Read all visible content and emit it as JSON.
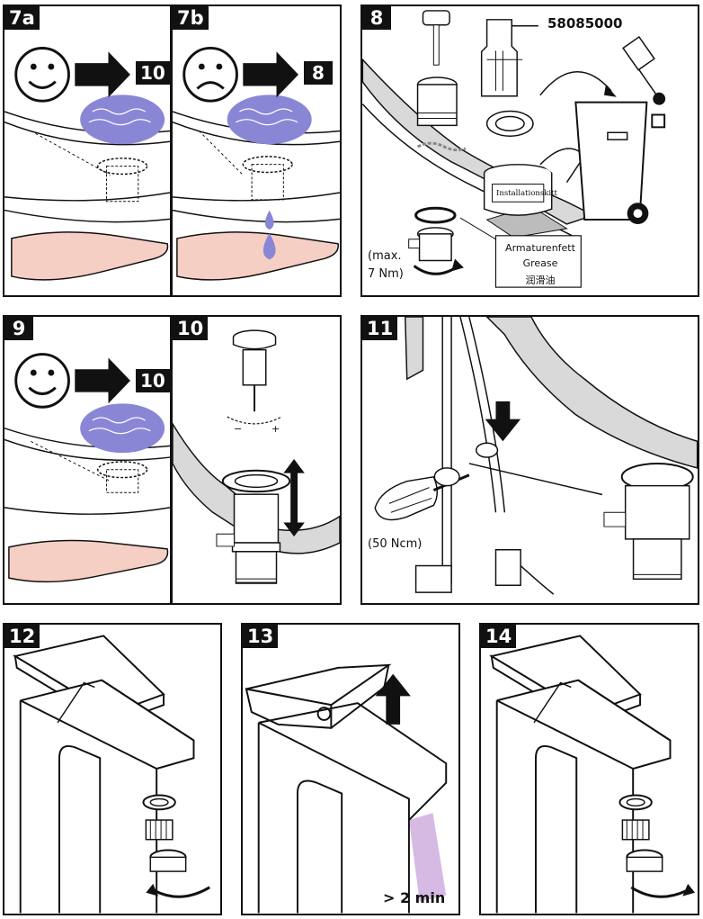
{
  "steps": {
    "s7a": {
      "num": "7a",
      "target": "10"
    },
    "s7b": {
      "num": "7b",
      "target": "8"
    },
    "s8": {
      "num": "8",
      "part_no": "58085000",
      "torque": "(max.\n7 Nm)",
      "putty": "Installationskitt",
      "grease_de": "Armaturenfett",
      "grease_en": "Grease",
      "grease_zh": "润滑油"
    },
    "s9": {
      "num": "9",
      "target": "10"
    },
    "s10": {
      "num": "10",
      "minus": "−",
      "plus": "+"
    },
    "s11": {
      "num": "11",
      "torque": "(50 Ncm)"
    },
    "s12": {
      "num": "12"
    },
    "s13": {
      "num": "13",
      "time": "> 2 min"
    },
    "s14": {
      "num": "14"
    }
  },
  "colors": {
    "ink": "#111111",
    "water": "#8a86d6",
    "hand": "#f6cfc4",
    "flush": "#c9a3d9",
    "shade": "#d9d9d9"
  }
}
